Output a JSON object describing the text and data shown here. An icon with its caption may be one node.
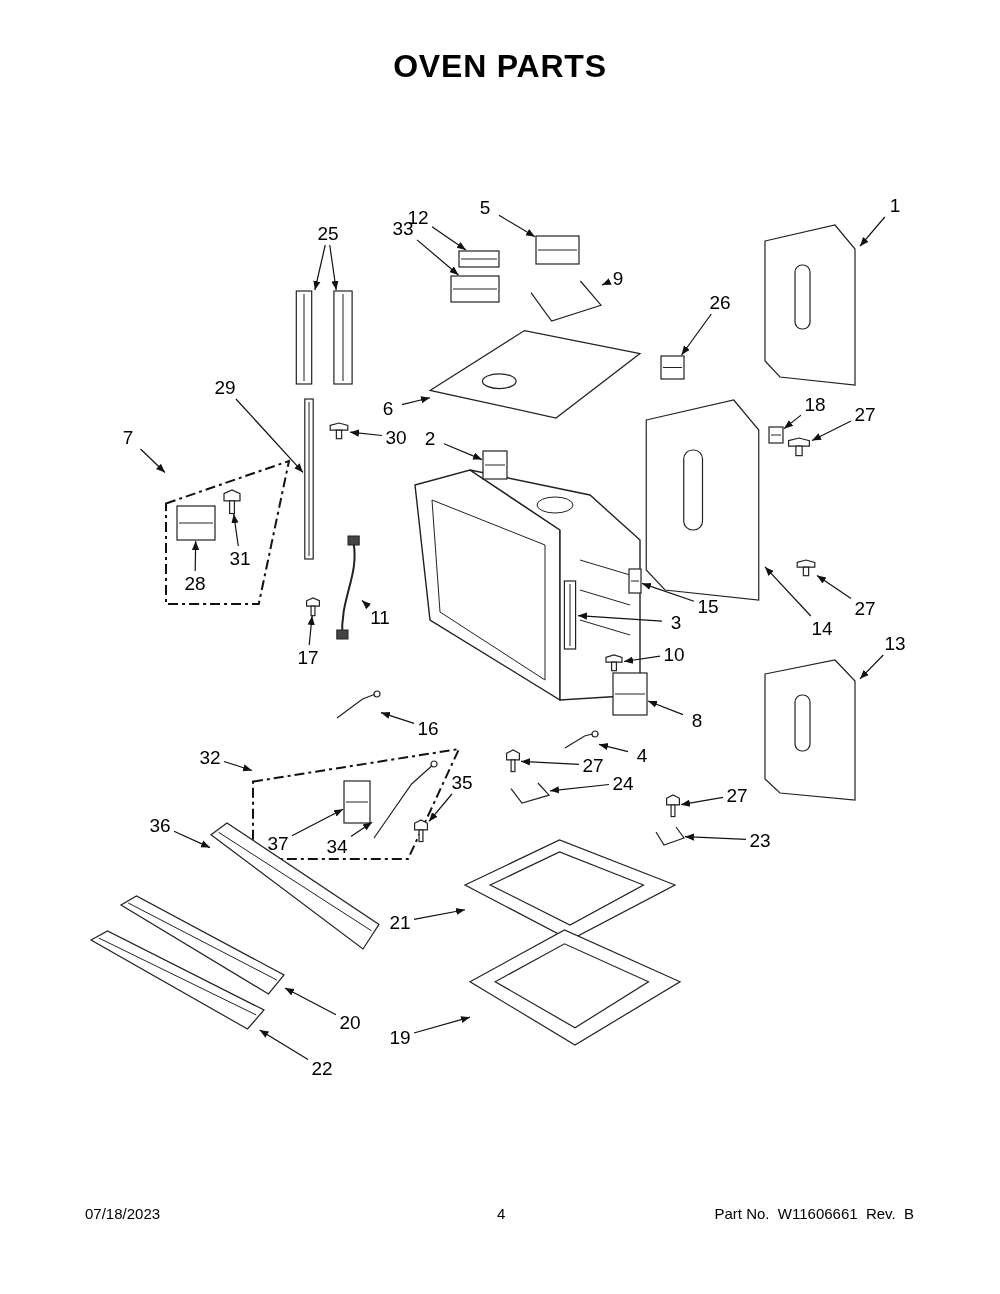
{
  "diagram": {
    "title": "OVEN PARTS",
    "nodes": [
      {
        "text": [
          "1"
        ]
      },
      {
        "text": [],
        "shape": "picture"
      },
      {
        "text": [
          "5"
        ]
      },
      {
        "text": [],
        "shape": "picture"
      },
      {
        "text": [
          "12"
        ]
      },
      {
        "text": [],
        "shape": "picture"
      },
      {
        "text": [
          "33"
        ]
      },
      {
        "text": [],
        "shape": "picture"
      },
      {
        "text": [
          "9"
        ]
      },
      {
        "text": [],
        "shape": "picture"
      },
      {
        "text": [
          "25"
        ]
      },
      {
        "text": [],
        "shape": "picture"
      },
      {
        "text": [],
        "shape": "picture"
      },
      {
        "text": [
          "26"
        ]
      },
      {
        "text": [],
        "shape": "picture"
      },
      {
        "text": [
          "6"
        ]
      },
      {
        "text": [],
        "shape": "picture"
      },
      {
        "text": [
          "29"
        ]
      },
      {
        "text": [],
        "shape": "picture"
      },
      {
        "text": [
          "30"
        ]
      },
      {
        "text": [],
        "shape": "picture"
      },
      {
        "text": [
          "7"
        ]
      },
      {
        "text": [],
        "shape": "box"
      },
      {
        "text": [
          "28"
        ],
        "in": 22
      },
      {
        "text": [],
        "shape": "picture",
        "in": 22
      },
      {
        "text": [
          "31"
        ],
        "in": 22
      },
      {
        "text": [],
        "shape": "picture",
        "in": 22
      },
      {
        "text": [
          "2"
        ]
      },
      {
        "text": [],
        "shape": "picture"
      },
      {
        "text": [
          "18"
        ]
      },
      {
        "text": [],
        "shape": "picture"
      },
      {
        "text": [
          "27"
        ]
      },
      {
        "text": [],
        "shape": "picture"
      },
      {
        "text": [
          "11"
        ]
      },
      {
        "text": [],
        "shape": "picture"
      },
      {
        "text": [
          "17"
        ]
      },
      {
        "text": [],
        "shape": "picture"
      },
      {
        "text": [
          "3"
        ]
      },
      {
        "text": [],
        "shape": "picture"
      },
      {
        "text": [
          "15"
        ]
      },
      {
        "text": [],
        "shape": "picture"
      },
      {
        "text": [
          "14"
        ]
      },
      {
        "text": [],
        "shape": "picture"
      },
      {
        "text": [
          "27"
        ]
      },
      {
        "text": [],
        "shape": "picture"
      },
      {
        "text": [
          "13"
        ]
      },
      {
        "text": [],
        "shape": "picture"
      },
      {
        "text": [
          "10"
        ]
      },
      {
        "text": [],
        "shape": "picture"
      },
      {
        "text": [
          "8"
        ]
      },
      {
        "text": [],
        "shape": "picture"
      },
      {
        "text": [
          "4"
        ]
      },
      {
        "text": [],
        "shape": "picture"
      },
      {
        "text": [
          "16"
        ]
      },
      {
        "text": [],
        "shape": "picture"
      },
      {
        "text": [
          "32"
        ]
      },
      {
        "text": [],
        "shape": "box"
      },
      {
        "text": [
          "35"
        ]
      },
      {
        "text": [],
        "shape": "picture",
        "in": 56
      },
      {
        "text": [
          "37"
        ],
        "in": 56
      },
      {
        "text": [],
        "shape": "picture",
        "in": 56
      },
      {
        "text": [
          "34"
        ],
        "in": 56
      },
      {
        "text": [],
        "shape": "picture",
        "in": 56
      },
      {
        "text": [
          "27"
        ]
      },
      {
        "text": [],
        "shape": "picture"
      },
      {
        "text": [
          "24"
        ]
      },
      {
        "text": [],
        "shape": "picture"
      },
      {
        "text": [
          "27"
        ]
      },
      {
        "text": [],
        "shape": "picture"
      },
      {
        "text": [
          "23"
        ]
      },
      {
        "text": [],
        "shape": "picture"
      },
      {
        "text": [
          "36"
        ]
      },
      {
        "text": [],
        "shape": "picture"
      },
      {
        "text": [
          "21"
        ]
      },
      {
        "text": [],
        "shape": "picture"
      },
      {
        "text": [
          "20"
        ]
      },
      {
        "text": [],
        "shape": "picture"
      },
      {
        "text": [
          "22"
        ]
      },
      {
        "text": [],
        "shape": "picture"
      },
      {
        "text": [
          "19"
        ]
      },
      {
        "text": [],
        "shape": "picture"
      }
    ],
    "edges": [
      {
        "from": 0,
        "to": 1,
        "arrow": "to"
      },
      {
        "from": 2,
        "to": 3,
        "arrow": "to"
      },
      {
        "from": 4,
        "to": 5,
        "arrow": "to"
      },
      {
        "from": 6,
        "to": 7,
        "arrow": "to"
      },
      {
        "from": 8,
        "to": 9,
        "arrow": "to"
      },
      {
        "from": 10,
        "to": 11,
        "arrow": "to"
      },
      {
        "from": 10,
        "to": 12,
        "arrow": "to"
      },
      {
        "from": 13,
        "to": 14,
        "arrow": "to"
      },
      {
        "from": 15,
        "to": 16,
        "arrow": "to"
      },
      {
        "from": 17,
        "to": 18,
        "arrow": "to"
      },
      {
        "from": 19,
        "to": 20,
        "arrow": "to"
      },
      {
        "from": 21,
        "to": 22,
        "arrow": "to"
      },
      {
        "from": 23,
        "to": 24,
        "arrow": "to"
      },
      {
        "from": 25,
        "to": 26,
        "arrow": "to"
      },
      {
        "from": 27,
        "to": 28,
        "arrow": "to"
      },
      {
        "from": 29,
        "to": 30,
        "arrow": "to"
      },
      {
        "from": 31,
        "to": 32,
        "arrow": "to"
      },
      {
        "from": 33,
        "to": 34,
        "arrow": "to"
      },
      {
        "from": 35,
        "to": 36,
        "arrow": "to"
      },
      {
        "from": 37,
        "to": 38,
        "arrow": "to"
      },
      {
        "from": 39,
        "to": 40,
        "arrow": "to"
      },
      {
        "from": 41,
        "to": 42,
        "arrow": "to"
      },
      {
        "from": 43,
        "to": 44,
        "arrow": "to"
      },
      {
        "from": 45,
        "to": 46,
        "arrow": "to"
      },
      {
        "from": 47,
        "to": 48,
        "arrow": "to"
      },
      {
        "from": 49,
        "to": 50,
        "arrow": "to"
      },
      {
        "from": 51,
        "to": 52,
        "arrow": "to"
      },
      {
        "from": 53,
        "to": 54,
        "arrow": "to"
      },
      {
        "from": 55,
        "to": 56,
        "arrow": "to"
      },
      {
        "from": 57,
        "to": 58,
        "arrow": "to"
      },
      {
        "from": 59,
        "to": 60,
        "arrow": "to"
      },
      {
        "from": 61,
        "to": 62,
        "arrow": "to"
      },
      {
        "from": 63,
        "to": 64,
        "arrow": "to"
      },
      {
        "from": 65,
        "to": 66,
        "arrow": "to"
      },
      {
        "from": 67,
        "to": 68,
        "arrow": "to"
      },
      {
        "from": 69,
        "to": 70,
        "arrow": "to"
      },
      {
        "from": 71,
        "to": 72,
        "arrow": "to"
      },
      {
        "from": 73,
        "to": 74,
        "arrow": "to"
      },
      {
        "from": 75,
        "to": 76,
        "arrow": "to"
      },
      {
        "from": 77,
        "to": 78,
        "arrow": "to"
      },
      {
        "from": 79,
        "to": 80,
        "arrow": "to"
      }
    ],
    "labels": [
      "07/18/2023",
      "4",
      "Part No.  W11606661  Rev.  B"
    ]
  }
}
